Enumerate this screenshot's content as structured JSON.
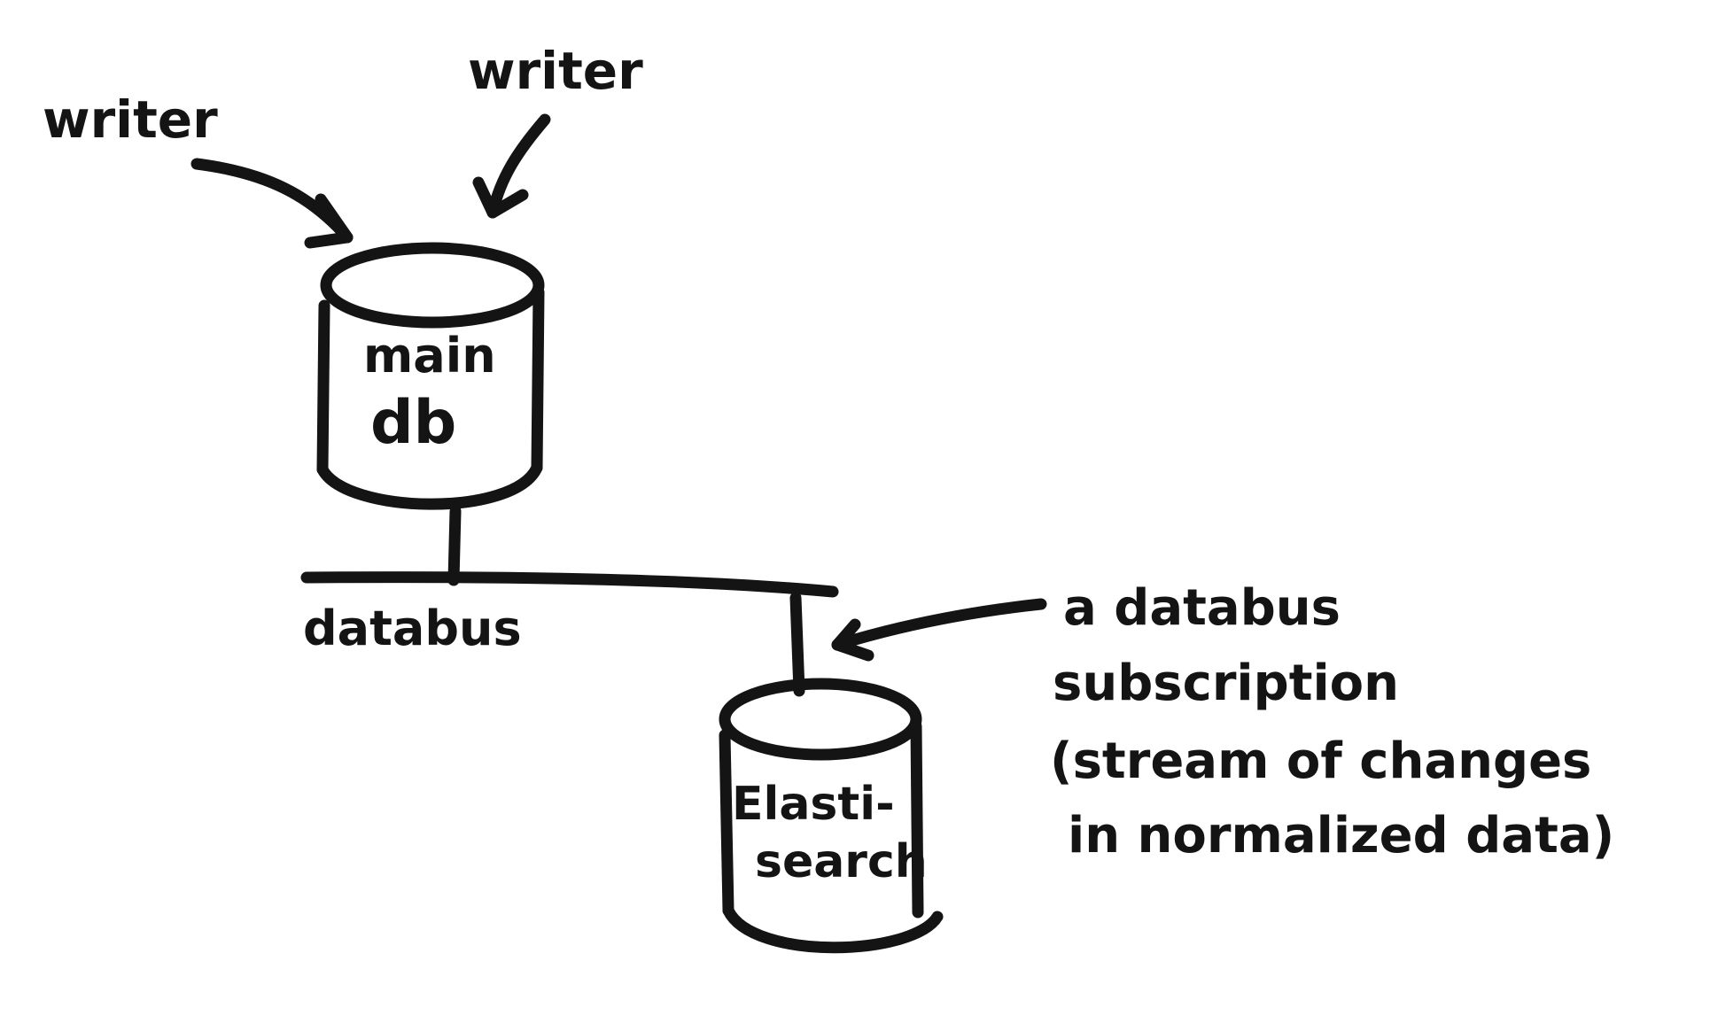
{
  "diagram": {
    "writers": [
      {
        "label": "writer"
      },
      {
        "label": "writer"
      }
    ],
    "main_db": {
      "line1": "main",
      "line2": "db"
    },
    "databus": {
      "label": "databus"
    },
    "elasticsearch": {
      "line1": "Elasti-",
      "line2": "search"
    },
    "subscription_note": {
      "line1": "a databus",
      "line2": "subscription",
      "line3": "(stream of changes",
      "line4": "in normalized data)"
    },
    "colors": {
      "ink": "#141414",
      "background": "#ffffff"
    }
  }
}
